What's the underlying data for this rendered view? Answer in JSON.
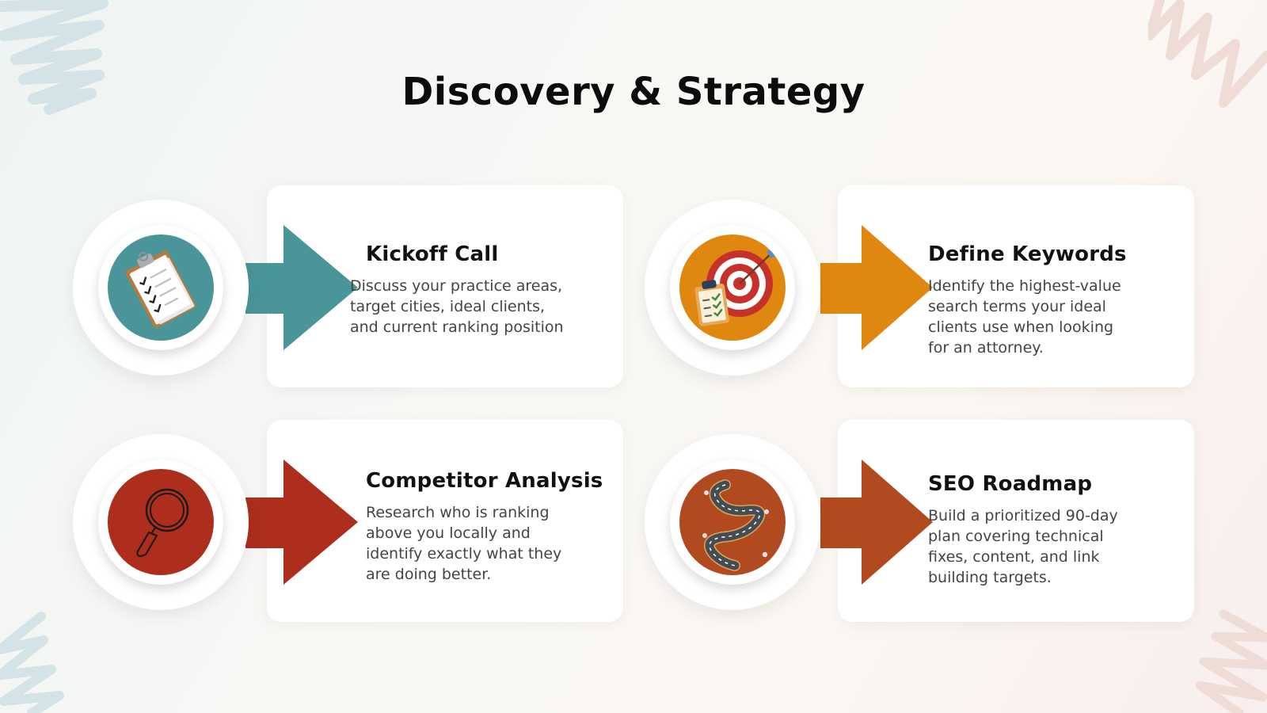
{
  "page": {
    "title": "Discovery & Strategy"
  },
  "colors": {
    "teal": "#4a9599",
    "orange": "#e0870f",
    "red": "#ad2e1c",
    "rust": "#b14a1f",
    "scribble_blue": "#d4e3e5",
    "scribble_pink": "#efdcd6"
  },
  "steps": [
    {
      "title": "Kickoff Call",
      "description": "Discuss your practice areas, target cities, ideal clients, and current ranking position",
      "icon": "clipboard-checklist-icon",
      "color": "#4a9599"
    },
    {
      "title": "Define Keywords",
      "description": "Identify the highest-value search terms your ideal clients use when looking for an attorney.",
      "icon": "target-arrow-icon",
      "color": "#e0870f"
    },
    {
      "title": "Competitor Analysis",
      "description": "Research who is ranking above you locally and identify exactly what they are doing better.",
      "icon": "magnifying-glass-icon",
      "color": "#ad2e1c"
    },
    {
      "title": "SEO Roadmap",
      "description": "Build a prioritized 90-day plan covering technical fixes, content, and link building targets.",
      "icon": "winding-road-icon",
      "color": "#b14a1f"
    }
  ]
}
